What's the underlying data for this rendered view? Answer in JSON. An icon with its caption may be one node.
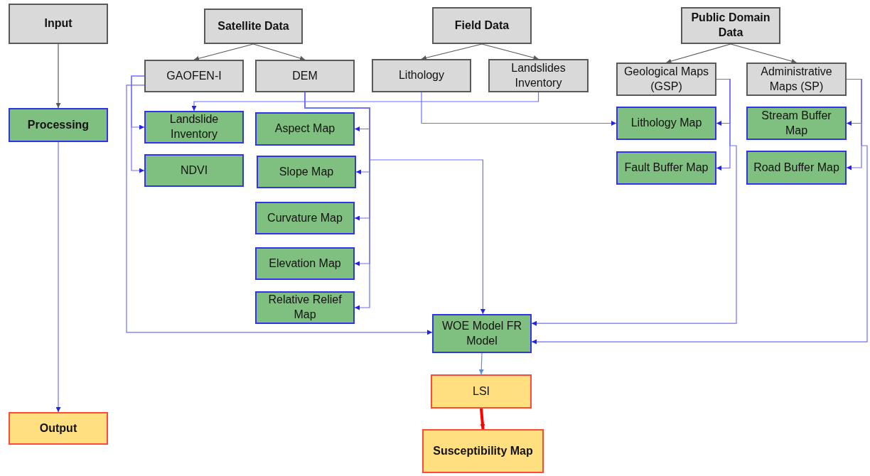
{
  "diagram": {
    "nodes": [
      {
        "text": [
          "Input"
        ]
      },
      {
        "text": [
          "Processing"
        ]
      },
      {
        "text": [
          "Output"
        ]
      },
      {
        "text": [
          "Satellite Data"
        ]
      },
      {
        "text": [
          "Field Data"
        ]
      },
      {
        "text": [
          "Public Domain Data"
        ]
      },
      {
        "text": [
          "GAOFEN-I"
        ]
      },
      {
        "text": [
          "DEM"
        ]
      },
      {
        "text": [
          "Lithology"
        ]
      },
      {
        "text": [
          "Landslides Inventory"
        ]
      },
      {
        "text": [
          "Geological Maps (GSP)"
        ]
      },
      {
        "text": [
          "Administrative Maps (SP)"
        ]
      },
      {
        "text": [
          "Landslide Inventory"
        ]
      },
      {
        "text": [
          "Aspect Map"
        ]
      },
      {
        "text": [
          "NDVI"
        ]
      },
      {
        "text": [
          "Slope Map"
        ]
      },
      {
        "text": [
          "Curvature Map"
        ]
      },
      {
        "text": [
          "Elevation Map"
        ]
      },
      {
        "text": [
          "Relative Relief Map"
        ]
      },
      {
        "text": [
          "Lithology Map"
        ]
      },
      {
        "text": [
          "Stream Buffer Map"
        ]
      },
      {
        "text": [
          "Fault Buffer Map"
        ]
      },
      {
        "text": [
          "Road Buffer Map"
        ]
      },
      {
        "text": [
          "WOE Model FR Model"
        ]
      },
      {
        "text": [
          "LSI"
        ]
      },
      {
        "text": [
          "Susceptibility Map"
        ]
      }
    ],
    "edges": [
      {
        "from": 0,
        "to": 1,
        "arrow": "to",
        "color": "#595959"
      },
      {
        "from": 1,
        "to": 2,
        "arrow": "to"
      },
      {
        "from": 3,
        "to": 6,
        "arrow": "to",
        "color": "#595959"
      },
      {
        "from": 3,
        "to": 7,
        "arrow": "to",
        "color": "#595959"
      },
      {
        "from": 4,
        "to": 8,
        "arrow": "to",
        "color": "#595959"
      },
      {
        "from": 4,
        "to": 9,
        "arrow": "to",
        "color": "#595959"
      },
      {
        "from": 5,
        "to": 10,
        "arrow": "to",
        "color": "#595959"
      },
      {
        "from": 5,
        "to": 11,
        "arrow": "to",
        "color": "#595959"
      },
      {
        "from": 6,
        "to": 12,
        "arrow": "to"
      },
      {
        "from": 6,
        "to": 14,
        "arrow": "to"
      },
      {
        "from": 9,
        "to": 12,
        "arrow": "to"
      },
      {
        "from": 7,
        "to": 13,
        "arrow": "to"
      },
      {
        "from": 7,
        "to": 15,
        "arrow": "to"
      },
      {
        "from": 7,
        "to": 16,
        "arrow": "to"
      },
      {
        "from": 7,
        "to": 17,
        "arrow": "to"
      },
      {
        "from": 7,
        "to": 18,
        "arrow": "to"
      },
      {
        "from": 8,
        "to": 19,
        "arrow": "to"
      },
      {
        "from": 10,
        "to": 19,
        "arrow": "to"
      },
      {
        "from": 10,
        "to": 21,
        "arrow": "to"
      },
      {
        "from": 11,
        "to": 20,
        "arrow": "to"
      },
      {
        "from": 11,
        "to": 22,
        "arrow": "to"
      },
      {
        "from": 6,
        "to": 23,
        "arrow": "to"
      },
      {
        "from": 7,
        "to": 23,
        "arrow": "to"
      },
      {
        "from": 10,
        "to": 23,
        "arrow": "to"
      },
      {
        "from": 11,
        "to": 23,
        "arrow": "to"
      },
      {
        "from": 23,
        "to": 24,
        "arrow": "to",
        "color": "#5b8fd6"
      },
      {
        "from": 24,
        "to": 25,
        "arrow": "to",
        "style": "thick",
        "color": "#ff0000"
      }
    ]
  }
}
